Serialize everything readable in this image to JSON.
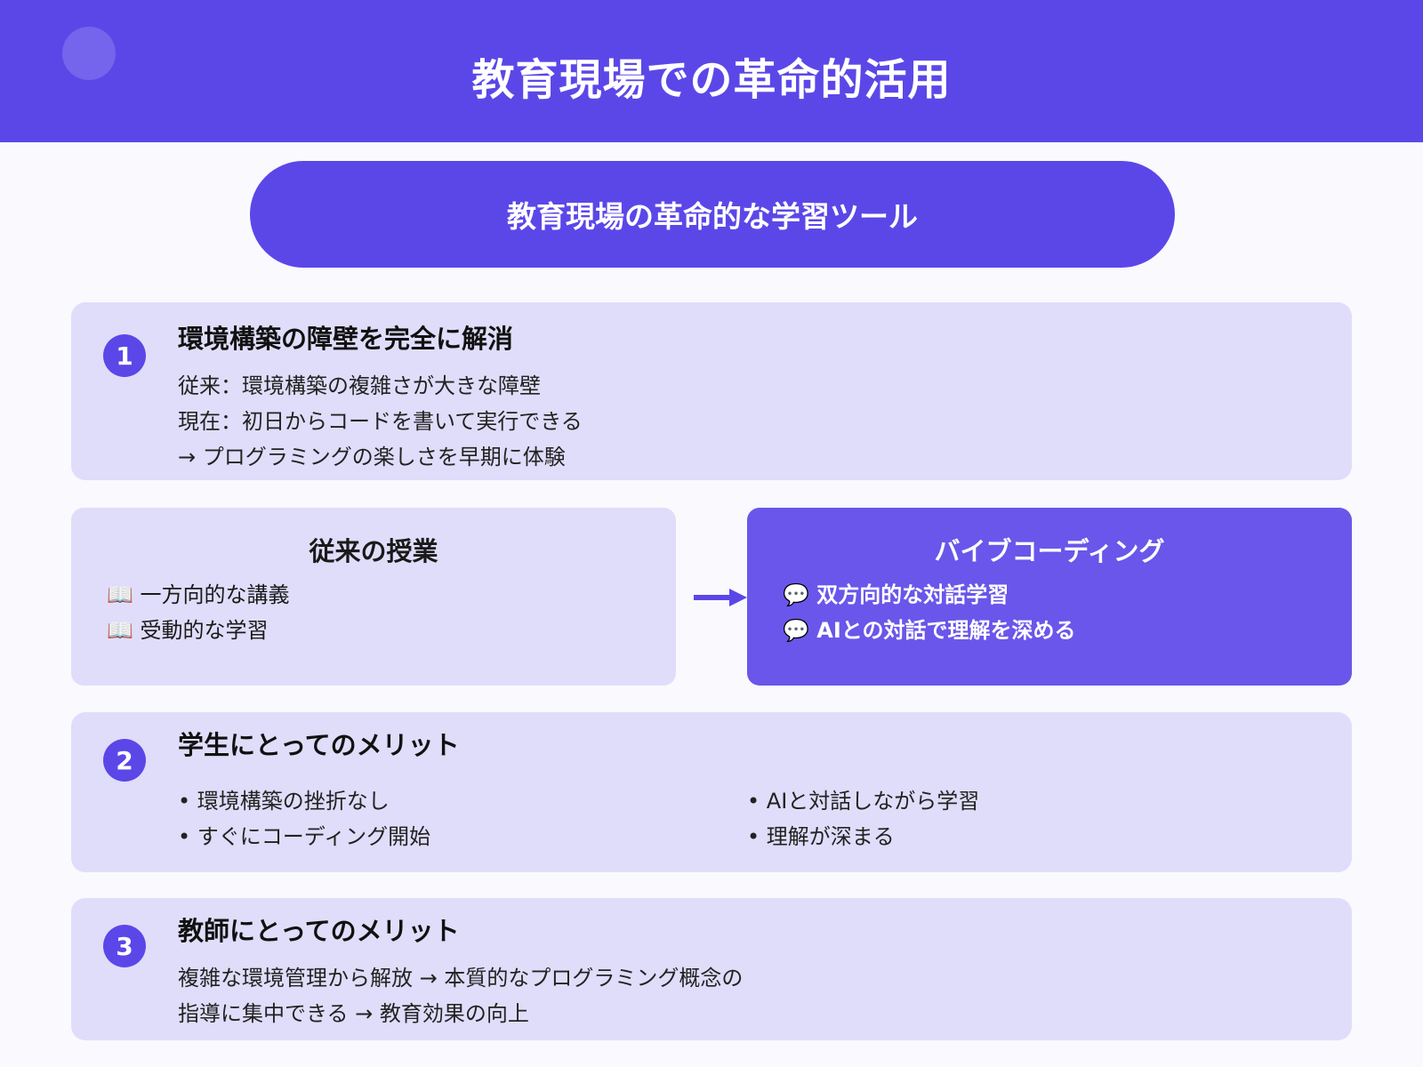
{
  "header": {
    "title": "教育現場での革命的活用"
  },
  "banner": {
    "label": "教育現場の革命的な学習ツール"
  },
  "section1": {
    "number": "1",
    "title": "環境構築の障壁を完全に解消",
    "lines": [
      "従来：環境構築の複雑さが大きな障壁",
      "現在：初日からコードを書いて実行できる",
      "→ プログラミングの楽しさを早期に体験"
    ]
  },
  "comparison": {
    "before": {
      "title": "従来の授業",
      "icon": "book-icon",
      "items": [
        "📖 一方向的な講義",
        "📖 受動的な学習"
      ]
    },
    "after": {
      "title": "バイブコーディング",
      "icon": "speech-bubble-icon",
      "items": [
        "💬 双方向的な対話学習",
        "💬 AIとの対話で理解を深める"
      ]
    },
    "arrow_color": "#5b47e8"
  },
  "section2": {
    "number": "2",
    "title": "学生にとってのメリット",
    "left_items": [
      "• 環境構築の挫折なし",
      "• すぐにコーディング開始"
    ],
    "right_items": [
      "• AIと対話しながら学習",
      "• 理解が深まる"
    ]
  },
  "section3": {
    "number": "3",
    "title": "教師にとってのメリット",
    "lines": [
      "複雑な環境管理から解放 → 本質的なプログラミング概念の",
      "指導に集中できる → 教育効果の向上"
    ]
  },
  "colors": {
    "primary": "#5b47e8",
    "card": "#e0ddfa",
    "accent_card": "#6a56ea",
    "background": "#f9f9fe"
  }
}
